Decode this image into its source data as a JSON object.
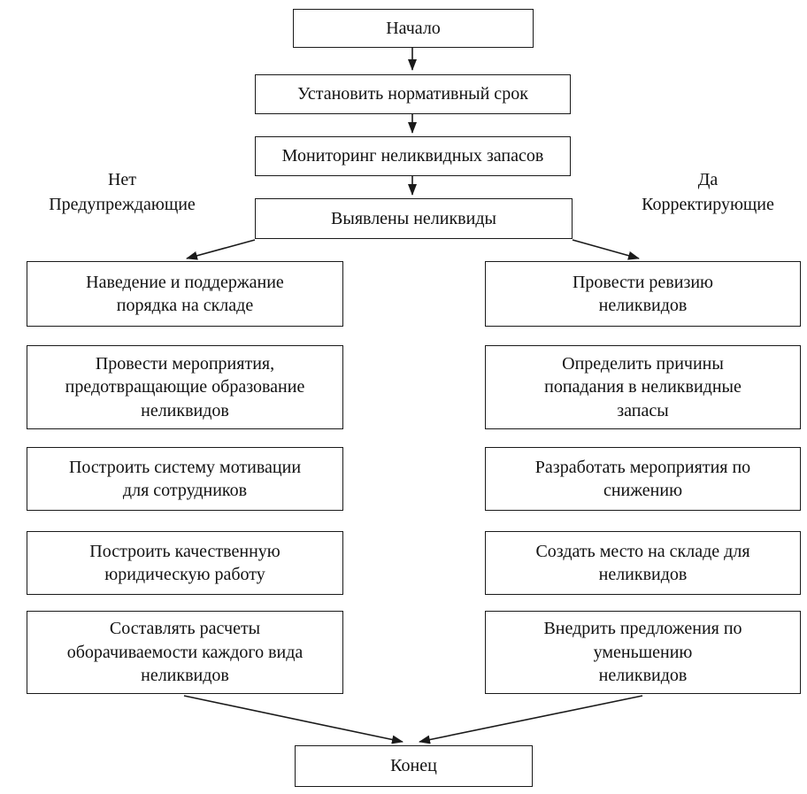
{
  "diagram": {
    "type": "flowchart",
    "language": "ru",
    "colors": {
      "line": "#1a1a1a",
      "background": "#ffffff",
      "box_fill": "#ffffff",
      "text": "#111111"
    },
    "nodes": {
      "start": "Начало",
      "set_term": "Установить нормативный срок",
      "monitoring": "Мониторинг неликвидных запасов",
      "identified": "Выявлены неликвиды",
      "end": "Конец"
    },
    "branch_labels": {
      "left": "Нет\nПредупреждающие",
      "right": "Да\nКорректирующие"
    },
    "left_column": [
      "Наведение и поддержание\nпорядка на складе",
      "Провести мероприятия,\nпредотвращающие образование\nнеликвидов",
      "Построить систему мотивации\nдля сотрудников",
      "Построить качественную\nюридическую работу",
      "Составлять расчеты\nоборачиваемости каждого вида\nнеликвидов"
    ],
    "right_column": [
      "Провести ревизию\nнеликвидов",
      "Определить причины\nпопадания в неликвидные\nзапасы",
      "Разработать мероприятия по\nснижению",
      "Создать место на складе для\nнеликвидов",
      "Внедрить предложения по\nуменьшению\nнеликвидов"
    ]
  }
}
